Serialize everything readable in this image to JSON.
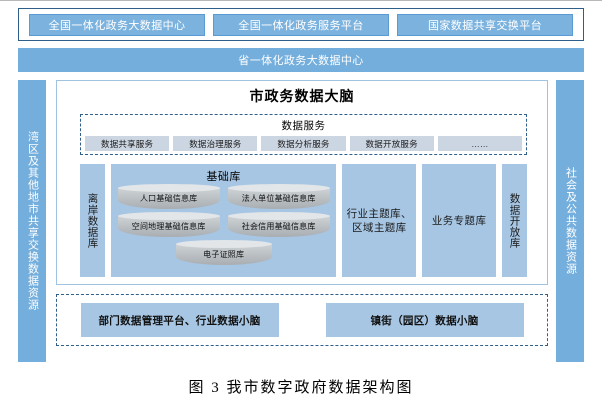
{
  "figure": {
    "caption": "图 3 我市数字政府数据架构图"
  },
  "national_row": {
    "items": [
      {
        "label": "全国一体化政务大数据中心"
      },
      {
        "label": "全国一体化政务服务平台"
      },
      {
        "label": "国家数据共享交换平台"
      }
    ]
  },
  "province_bar": {
    "label": "省一体化政务大数据中心"
  },
  "sides": {
    "left_label": "湾区及其他地市共享交换数据资源",
    "right_label": "社会及公共数据资源"
  },
  "brain": {
    "title": "市政务数据大脑",
    "services": {
      "title": "数据服务",
      "chips": [
        {
          "label": "数据共享服务"
        },
        {
          "label": "数据治理服务"
        },
        {
          "label": "数据分析服务"
        },
        {
          "label": "数据开放服务"
        },
        {
          "label": "……"
        }
      ]
    },
    "repositories": {
      "offshore_label": "离岸数据库",
      "base": {
        "title": "基础库",
        "items": [
          {
            "label": "人口基础信息库"
          },
          {
            "label": "法人单位基础信息库"
          },
          {
            "label": "空间地理基础信息库"
          },
          {
            "label": "社会信用基础信息库"
          },
          {
            "label": "电子证照库"
          }
        ]
      },
      "industry_label": "行业主题库、区域主题库",
      "business_label": "业务专题库",
      "open_label": "数据开放库"
    }
  },
  "bottom": {
    "chips": [
      {
        "label": "部门数据管理平台、行业数据小脑"
      },
      {
        "label": "镇街（园区）数据小脑"
      }
    ]
  },
  "colors": {
    "primary_blue": "#74aedc",
    "box_blue": "#a7c6e4",
    "chip_grey": "#ccd6e2",
    "border_blue": "#2f5f8a"
  }
}
